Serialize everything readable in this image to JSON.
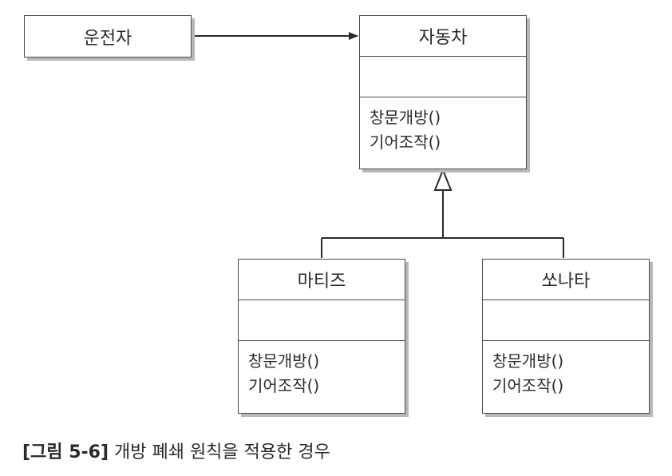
{
  "driver": {
    "name": "운전자"
  },
  "car": {
    "name": "자동차",
    "operations": [
      "창문개방()",
      "기어조작()"
    ]
  },
  "matiz": {
    "name": "마티즈",
    "operations": [
      "창문개방()",
      "기어조작()"
    ]
  },
  "sonata": {
    "name": "쏘나타",
    "operations": [
      "창문개방()",
      "기어조작()"
    ]
  },
  "caption": {
    "figure": "[그림 5-6]",
    "text": " 개방 폐쇄 원칙을 적용한 경우"
  }
}
